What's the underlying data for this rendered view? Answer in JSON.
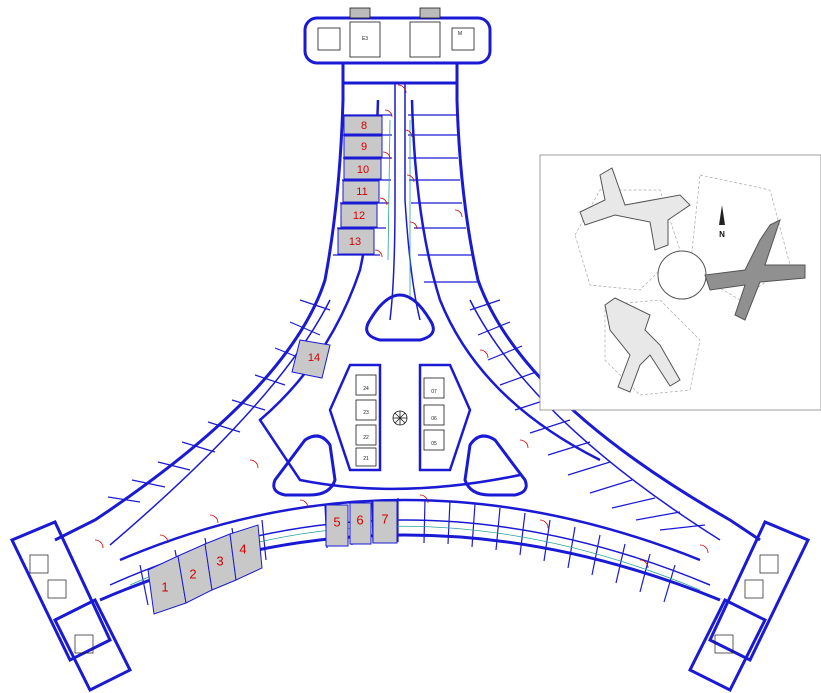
{
  "floor_plan": {
    "colors": {
      "wall": "#1a1ad4",
      "highlight_room": "#c8c8c8",
      "room_number": "#d40000",
      "door_swing": "#d40000",
      "partition": "#2aa0a0"
    },
    "room_numbers": [
      {
        "label": "1",
        "pos": "left-wing"
      },
      {
        "label": "2",
        "pos": "left-wing"
      },
      {
        "label": "3",
        "pos": "left-wing"
      },
      {
        "label": "4",
        "pos": "left-wing"
      },
      {
        "label": "5",
        "pos": "bottom-center"
      },
      {
        "label": "6",
        "pos": "bottom-center"
      },
      {
        "label": "7",
        "pos": "bottom-center"
      },
      {
        "label": "8",
        "pos": "north-wing"
      },
      {
        "label": "9",
        "pos": "north-wing"
      },
      {
        "label": "10",
        "pos": "north-wing"
      },
      {
        "label": "11",
        "pos": "north-wing"
      },
      {
        "label": "12",
        "pos": "north-wing"
      },
      {
        "label": "13",
        "pos": "north-wing"
      },
      {
        "label": "14",
        "pos": "west-middle"
      }
    ],
    "core_labels": [
      "24",
      "23",
      "22",
      "21",
      "07",
      "06",
      "05"
    ],
    "top_labels": [
      "E3",
      "M"
    ]
  },
  "key_plan": {
    "north_label": "N",
    "icon": "north-arrow-icon"
  }
}
